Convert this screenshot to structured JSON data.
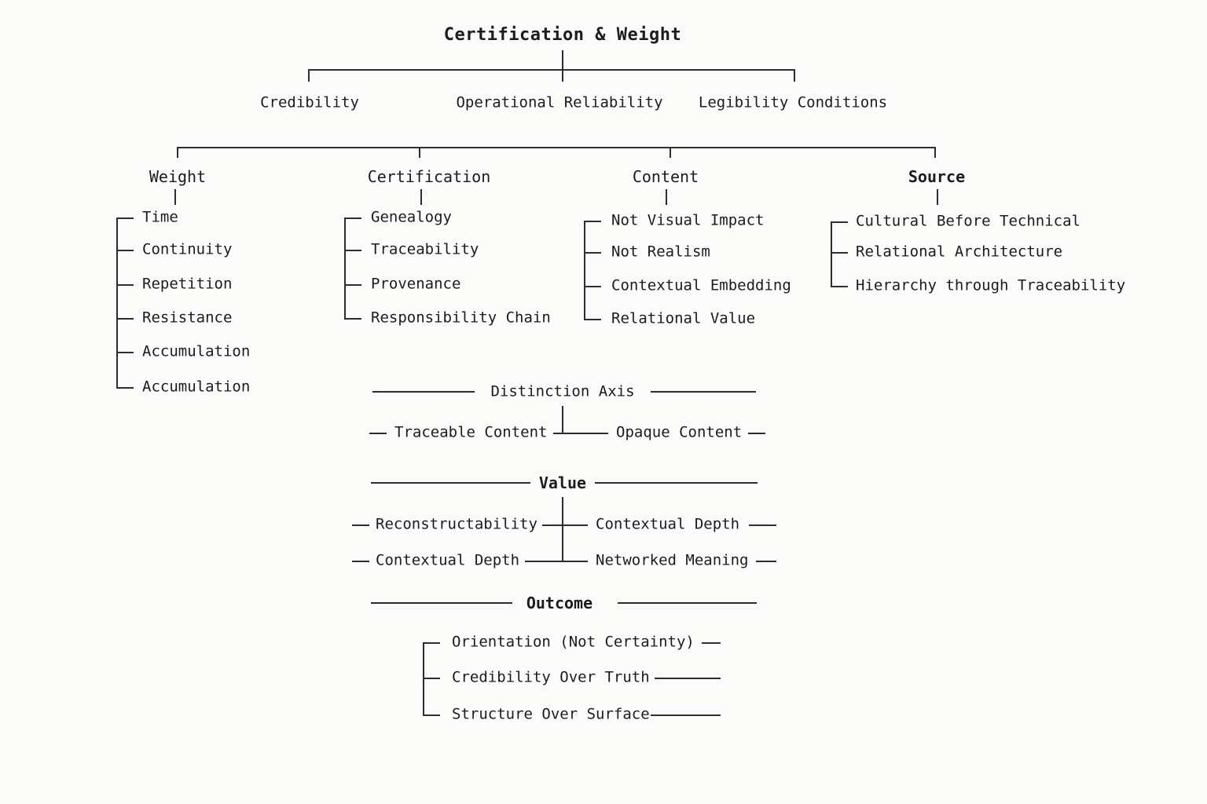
{
  "title": "Certification & Weight",
  "level1": {
    "items": [
      "Credibility",
      "Operational Reliability",
      "Legibility Conditions"
    ]
  },
  "columns": [
    {
      "header": "Weight",
      "items": [
        "Time",
        "Continuity",
        "Repetition",
        "Resistance",
        "Accumulation",
        "Accumulation"
      ]
    },
    {
      "header": "Certification",
      "items": [
        "Genealogy",
        "Traceability",
        "Provenance",
        "Responsibility Chain"
      ]
    },
    {
      "header": "Content",
      "items": [
        "Not Visual Impact",
        "Not Realism",
        "Contextual Embedding",
        "Relational Value"
      ]
    },
    {
      "header": "Source",
      "items": [
        "Cultural Before Technical",
        "Relational Architecture",
        "Hierarchy through Traceability"
      ]
    }
  ],
  "axis": {
    "title": "Distinction Axis",
    "left": "Traceable Content",
    "right": "Opaque Content"
  },
  "value": {
    "title": "Value",
    "rows": [
      {
        "left": "Reconstructability",
        "right": "Contextual Depth"
      },
      {
        "left": "Contextual Depth",
        "right": "Networked Meaning"
      }
    ]
  },
  "outcome": {
    "title": "Outcome",
    "items": [
      "Orientation (Not Certainty)",
      "Credibility Over Truth",
      "Structure Over Surface"
    ]
  },
  "colors": {
    "text": "#1c1c1c",
    "line": "#2e2e2e",
    "background": "#fbfbfa"
  }
}
